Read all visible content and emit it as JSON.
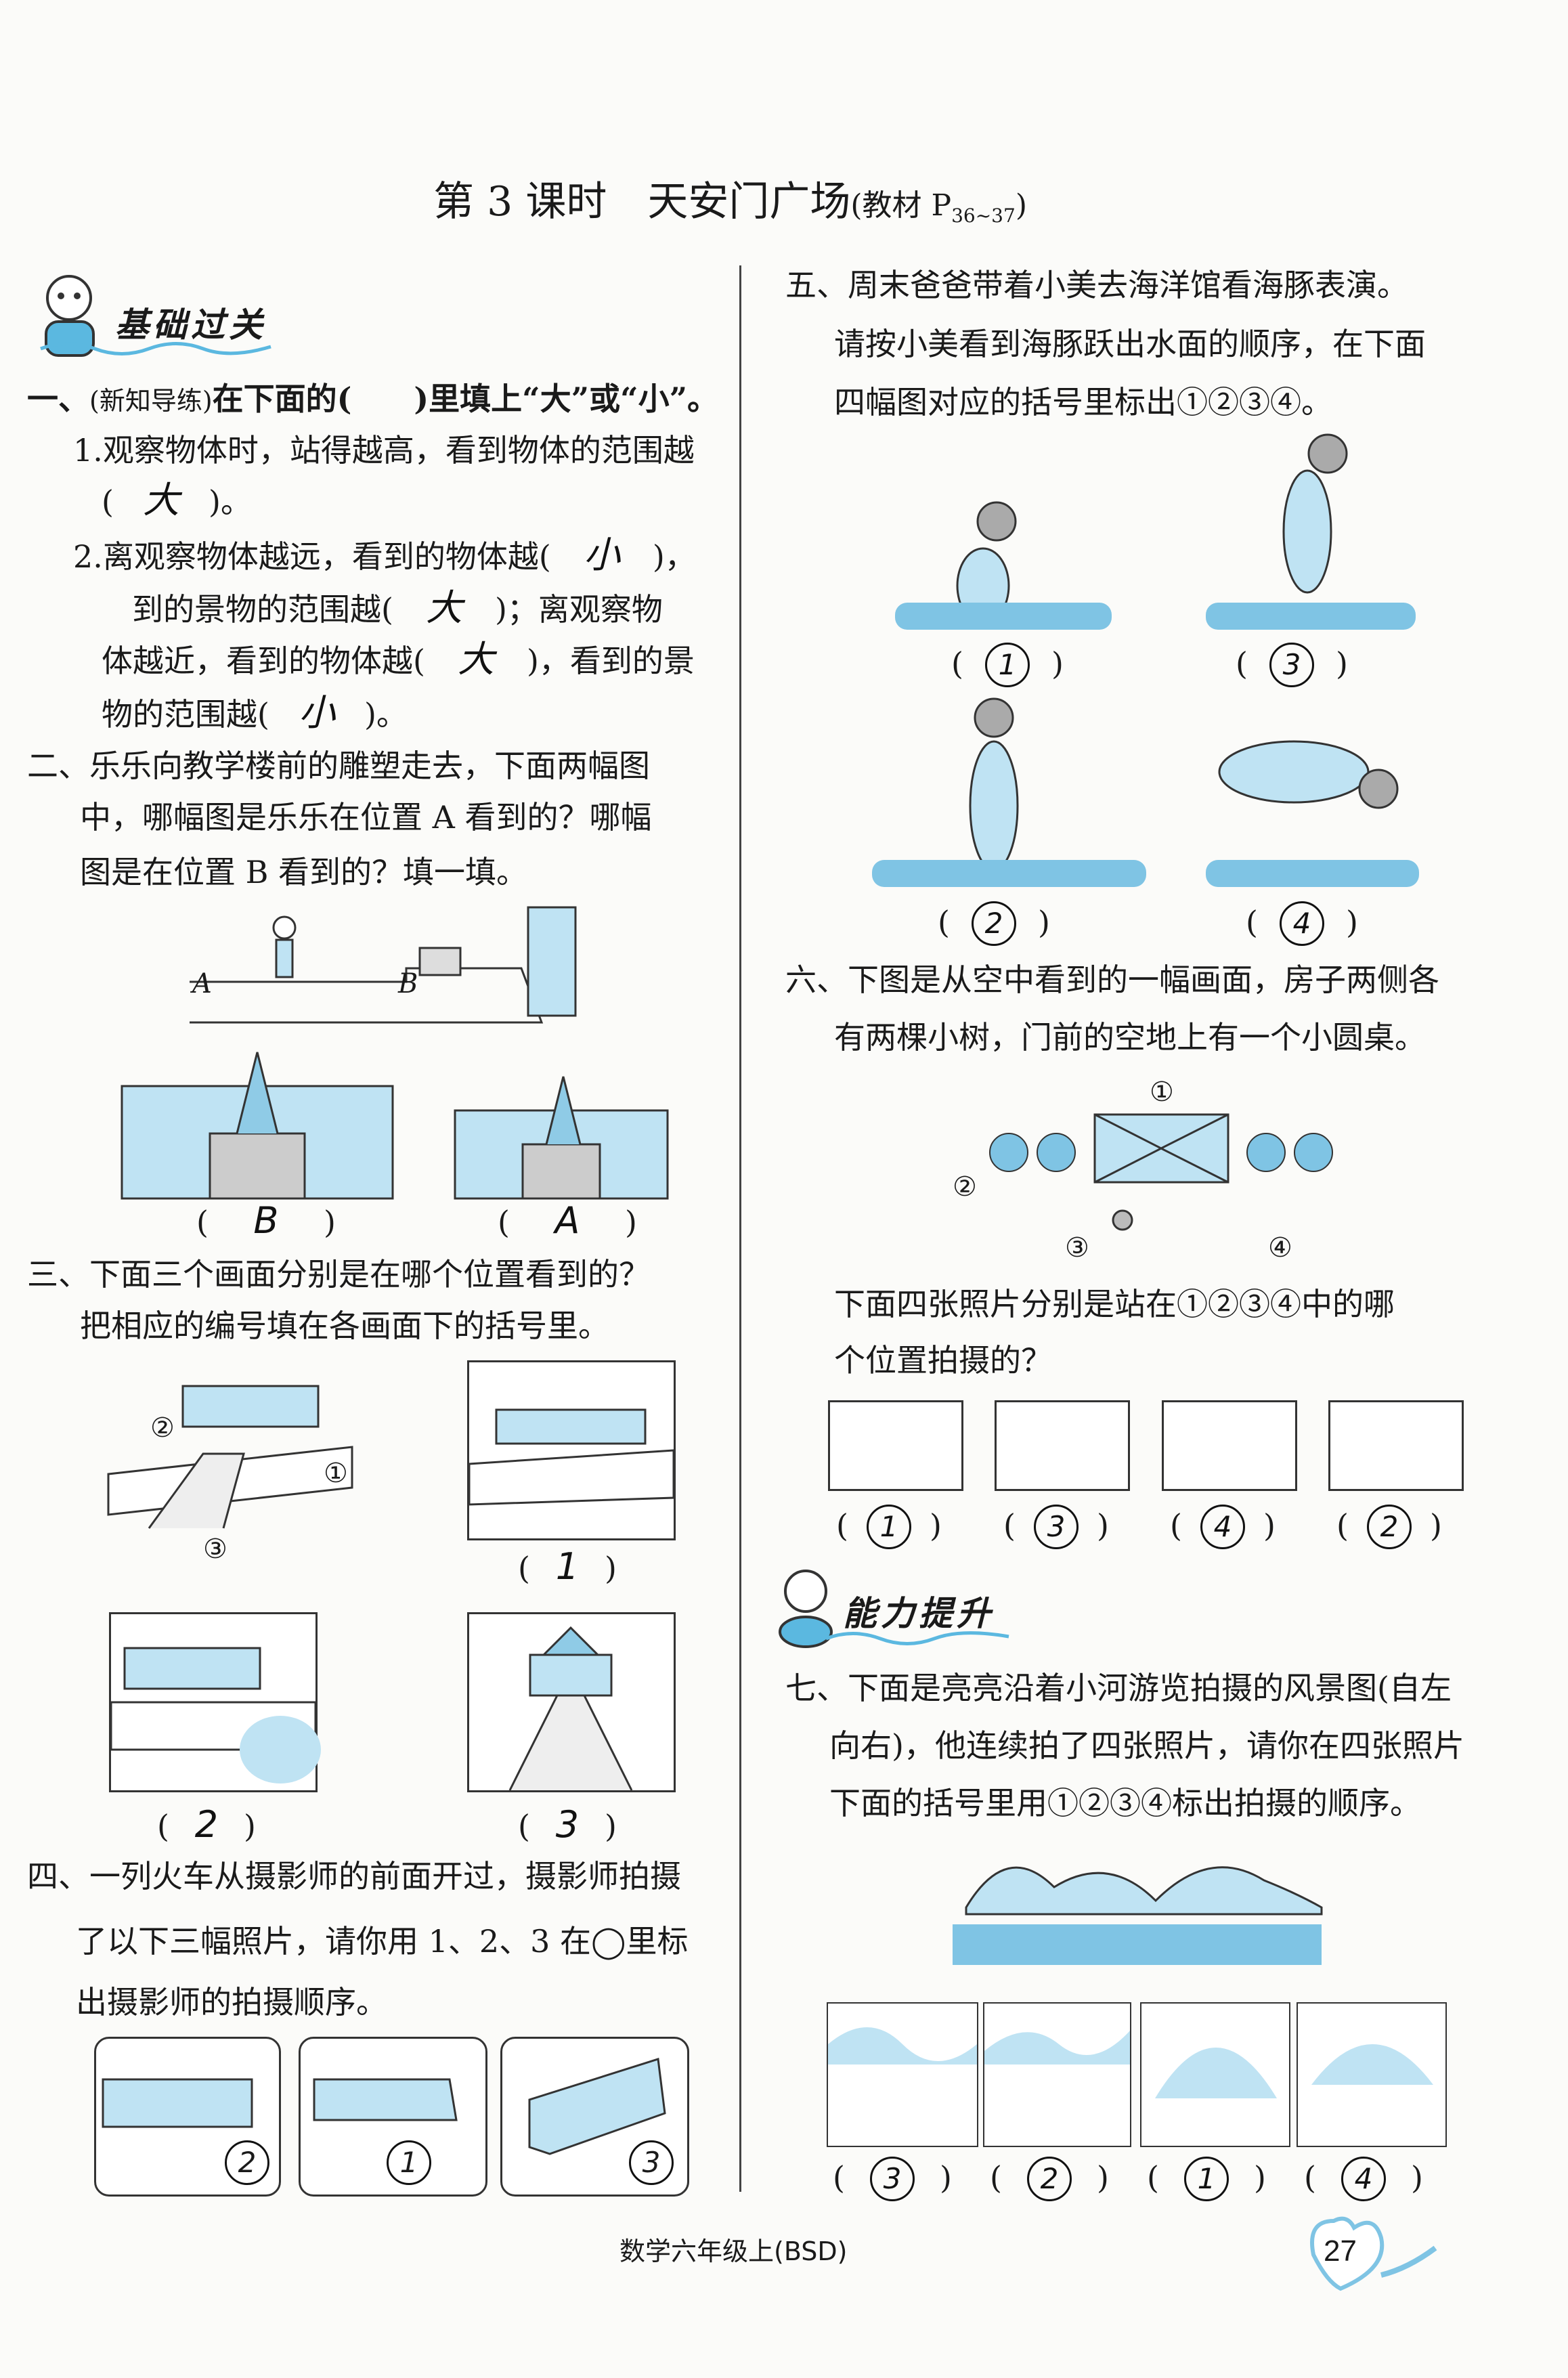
{
  "title": {
    "main": "第 3 课时　天安门广场",
    "ref_prefix": "(教材 P",
    "ref_pages": "36~37",
    "ref_suffix": ")"
  },
  "section_basic": "基础过关",
  "section_advanced": "能力提升",
  "q1": {
    "num": "一、",
    "tag": "(新知导练)",
    "prompt": "在下面的(　　)里填上“大”或“小”。",
    "l1": "1.观察物体时，站得越高，看到物体的范围越",
    "l2a": "(",
    "a1": "大",
    "l2b": ")。",
    "l3a": "2.离观察物体越远，看到的物体越(",
    "a2": "小",
    "l3b": ")，",
    "l4a": "到的景物的范围越(",
    "a3": "大",
    "l4b": ")；离观察物",
    "l5a": "体越近，看到的物体越(",
    "a4": "大",
    "l5b": ")，看到的景",
    "l6a": "物的范围越(",
    "a5": "小",
    "l6b": ")。"
  },
  "q2": {
    "lines": [
      "二、乐乐向教学楼前的雕塑走去，下面两幅图",
      "中，哪幅图是乐乐在位置 A 看到的？哪幅",
      "图是在位置 B 看到的？填一填。"
    ],
    "point_a": "A",
    "point_b": "B",
    "answers": [
      "B",
      "A"
    ]
  },
  "q3": {
    "lines": [
      "三、下面三个画面分别是在哪个位置看到的？",
      "把相应的编号填在各画面下的括号里。"
    ],
    "labels": [
      "②",
      "①",
      "③"
    ],
    "answers": [
      "1",
      "2",
      "3"
    ]
  },
  "q4": {
    "lines": [
      "四、一列火车从摄影师的前面开过，摄影师拍摄",
      "了以下三幅照片，请你用 1、2、3 在◯里标",
      "出摄影师的拍摄顺序。"
    ],
    "answers": [
      "2",
      "1",
      "3"
    ]
  },
  "q5": {
    "lines": [
      "五、周末爸爸带着小美去海洋馆看海豚表演。",
      "请按小美看到海豚跃出水面的顺序，在下面",
      "四幅图对应的括号里标出①②③④。"
    ],
    "answers": [
      "1",
      "3",
      "2",
      "4"
    ]
  },
  "q6": {
    "lines": [
      "六、下图是从空中看到的一幅画面，房子两侧各",
      "有两棵小树，门前的空地上有一个小圆桌。"
    ],
    "labels": [
      "①",
      "②",
      "③",
      "④"
    ],
    "lines2": [
      "下面四张照片分别是站在①②③④中的哪",
      "个位置拍摄的？"
    ],
    "answers": [
      "1",
      "3",
      "4",
      "2"
    ]
  },
  "q7": {
    "lines": [
      "七、下面是亮亮沿着小河游览拍摄的风景图(自左",
      "向右)，他连续拍了四张照片，请你在四张照片",
      "下面的括号里用①②③④标出拍摄的顺序。"
    ],
    "answers": [
      "3",
      "2",
      "1",
      "4"
    ]
  },
  "footer": {
    "book": "数学六年级上(BSD)",
    "page": "27"
  },
  "colors": {
    "accent": "#5bb8e0",
    "light": "#bfe3f3",
    "ink": "#1a1a1a"
  }
}
